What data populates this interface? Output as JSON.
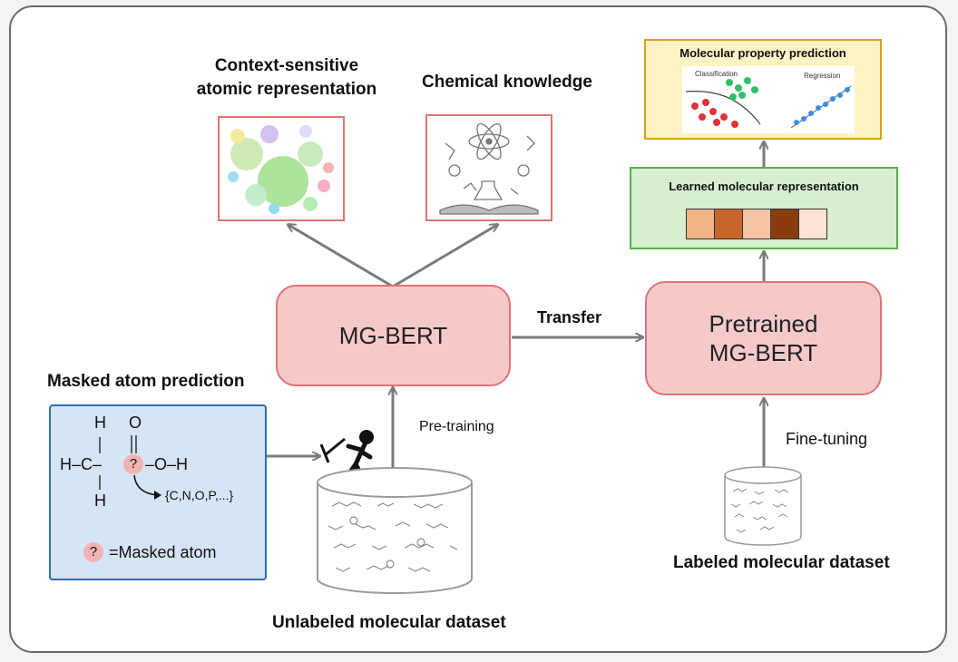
{
  "labels": {
    "context_title_line1": "Context-sensitive",
    "context_title_line2": "atomic representation",
    "chemical_knowledge": "Chemical knowledge",
    "mol_prop_title": "Molecular property prediction",
    "classification": "Classification",
    "regression": "Regression",
    "learned_rep_title": "Learned molecular representation",
    "mgbert": "MG-BERT",
    "transfer": "Transfer",
    "pretrained_line1": "Pretrained",
    "pretrained_line2": "MG-BERT",
    "masked_atom_prediction": "Masked atom prediction",
    "pre_training": "Pre-training",
    "fine_tuning": "Fine-tuning",
    "unlabeled_dataset": "Unlabeled molecular dataset",
    "labeled_dataset": "Labeled molecular dataset",
    "atom_set": "{C,N,O,P,...}",
    "masked_atom_legend": "=Masked atom",
    "question_mark": "?"
  },
  "molecule": {
    "h_top": "H",
    "o_top": "O",
    "h_left": "H–C–",
    "o_right": "–O–H",
    "h_bottom": "H"
  },
  "representation_colors": [
    "#f3b488",
    "#c9652a",
    "#f6c2a4",
    "#8a3d0c",
    "#fde4d4"
  ],
  "colors": {
    "pink_fill": "#f6c9c9",
    "pink_border": "#e07373",
    "green_fill": "#d5efcf",
    "green_border": "#58b04a",
    "yellow_fill": "#fff2c4",
    "yellow_border": "#d6a31a",
    "blue_fill": "#d6e5f5",
    "blue_border": "#2c6db5"
  }
}
